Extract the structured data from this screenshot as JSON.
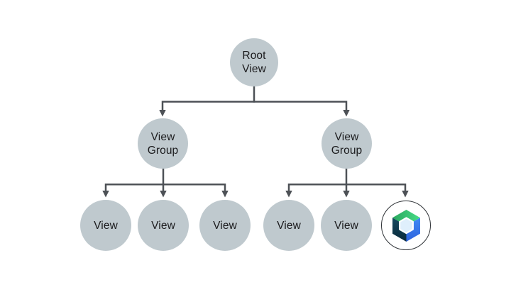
{
  "diagram": {
    "description": "View hierarchy tree",
    "tree": {
      "root": {
        "label": "Root\nView"
      },
      "groups": [
        {
          "label": "View\nGroup"
        },
        {
          "label": "View\nGroup"
        }
      ],
      "leaves_left": [
        {
          "label": "View"
        },
        {
          "label": "View"
        },
        {
          "label": "View"
        }
      ],
      "leaves_right": [
        {
          "label": "View"
        },
        {
          "label": "View"
        },
        {
          "icon": "jetpack-compose-icon"
        }
      ]
    }
  },
  "colors": {
    "background": "#ffffff",
    "node_fill": "#bfc9ce",
    "edge": "#4d5156",
    "text": "#1b1b1d",
    "compose_ring": "#2e3236",
    "compose_green_dark": "#2aa65e",
    "compose_green_light": "#46dc86",
    "compose_blue_light": "#418af5",
    "compose_blue_dark": "#2e63dd",
    "compose_navy_light": "#16485f",
    "compose_navy_dark": "#092a3b",
    "compose_hex_fill": "#dfeffc",
    "compose_hex_stroke": "#ffffff"
  }
}
